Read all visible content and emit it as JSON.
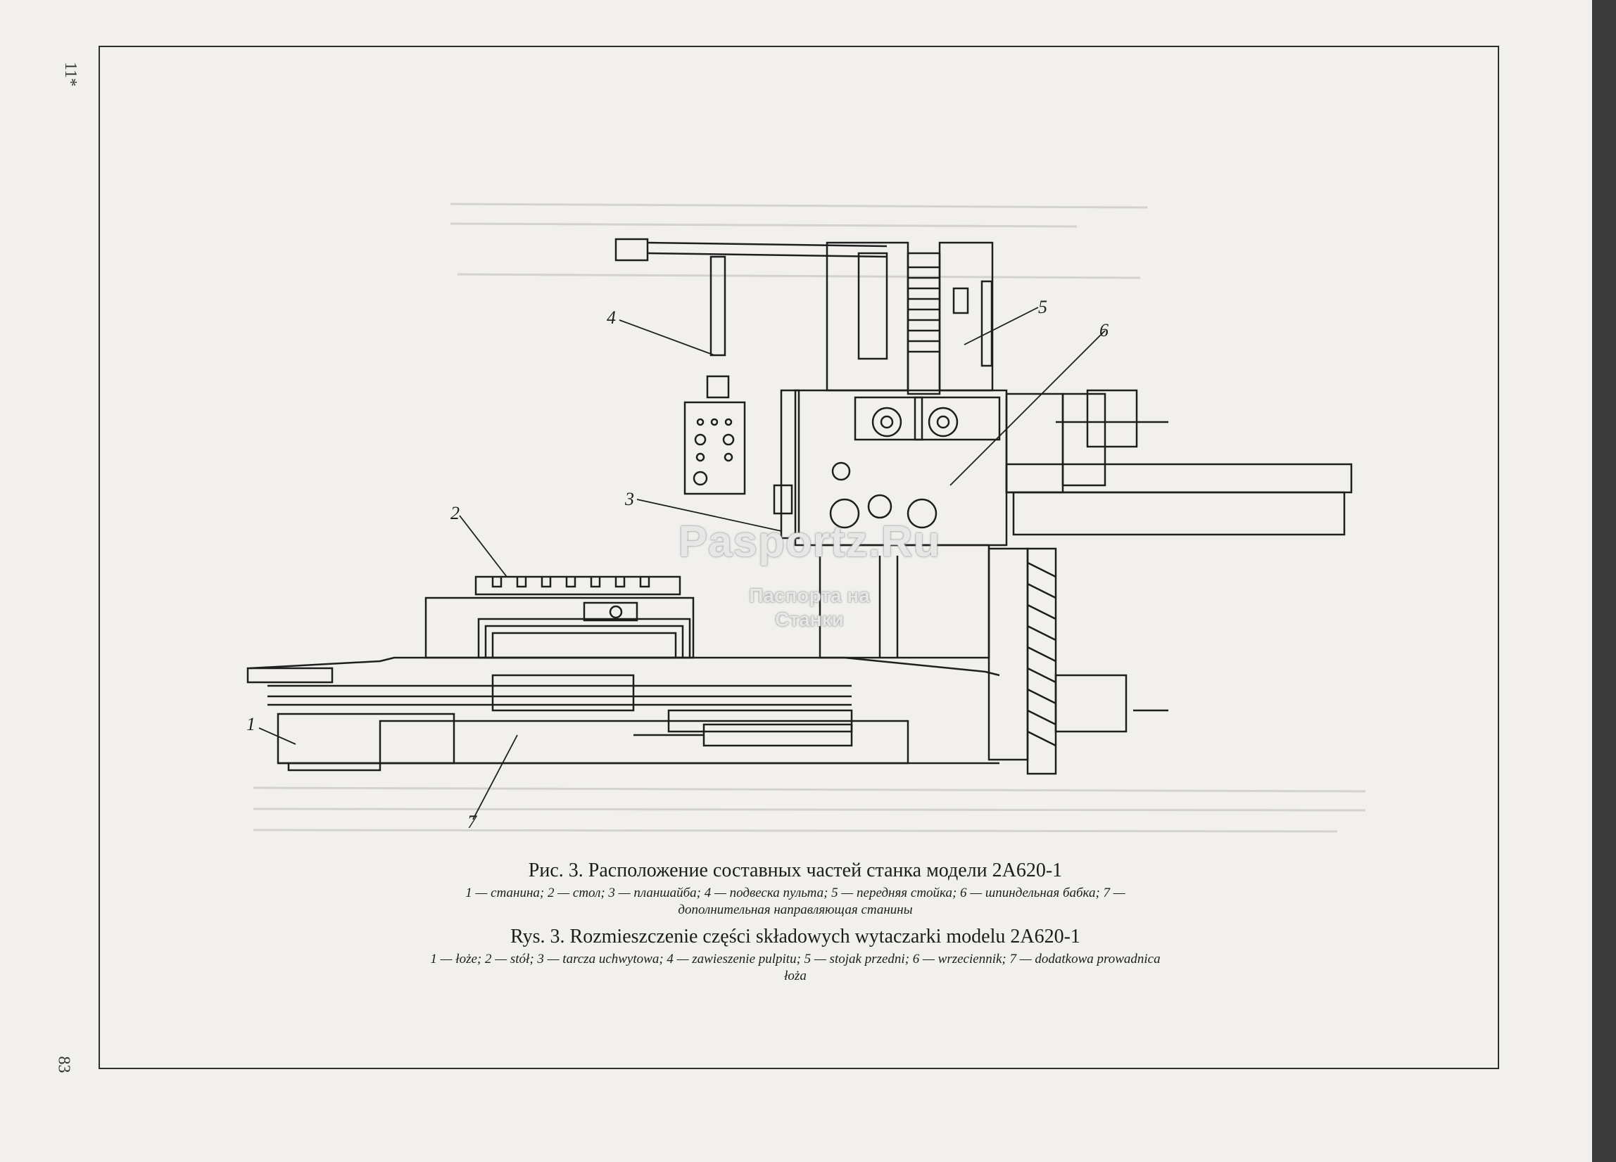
{
  "page": {
    "signature_mark": "11*",
    "page_number": "83"
  },
  "diagram": {
    "callouts": [
      "1",
      "2",
      "3",
      "4",
      "5",
      "6",
      "7"
    ]
  },
  "caption_ru": {
    "title": "Рис. 3. Расположение составных частей станка модели 2А620-1",
    "legend": "1 — станина; 2 — стол; 3 — планшайба; 4 — подвеска пульта; 5 — передняя стойка; 6 — шпиндельная бабка; 7 — дополнительная направляющая станины"
  },
  "caption_pl": {
    "title": "Rys. 3. Rozmieszczenie części składowych wytaczarki modelu 2A620-1",
    "legend": "1 — łoże; 2 — stół; 3 — tarcza uchwytowa; 4 — zawieszenie pulpitu; 5 — stojak przedni; 6 — wrzeciennik; 7 — dodatkowa prowadnica łoża"
  },
  "watermark": {
    "site": "Pasportz.Ru",
    "line1": "Паспорта на",
    "line2": "Станки"
  },
  "colors": {
    "ink": "#1e1e1e",
    "paper": "#f1f0ec",
    "background": "#3a3a3a"
  }
}
